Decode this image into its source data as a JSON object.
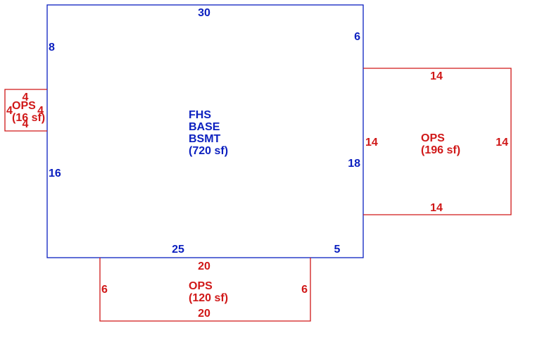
{
  "colors": {
    "main": "#0b1fbf",
    "porch": "#d01818"
  },
  "main_area": {
    "name_lines": [
      "FHS",
      "BASE",
      "BSMT"
    ],
    "area": "(720 sf)",
    "dims": {
      "top": "30",
      "left_upper": "8",
      "left_lower": "16",
      "right_upper": "6",
      "right_lower": "18",
      "bottom_left": "25",
      "bottom_right": "5"
    }
  },
  "ops_right": {
    "name": "OPS",
    "area": "(196 sf)",
    "dims": {
      "top": "14",
      "bottom": "14",
      "left": "14",
      "right": "14"
    }
  },
  "ops_bottom": {
    "name": "OPS",
    "area": "(120 sf)",
    "dims": {
      "top": "20",
      "bottom": "20",
      "left": "6",
      "right": "6"
    }
  },
  "ops_left": {
    "name": "OPS",
    "area": "(16 sf)",
    "dims": {
      "top": "4",
      "bottom": "4",
      "left": "4",
      "right": "4"
    }
  }
}
